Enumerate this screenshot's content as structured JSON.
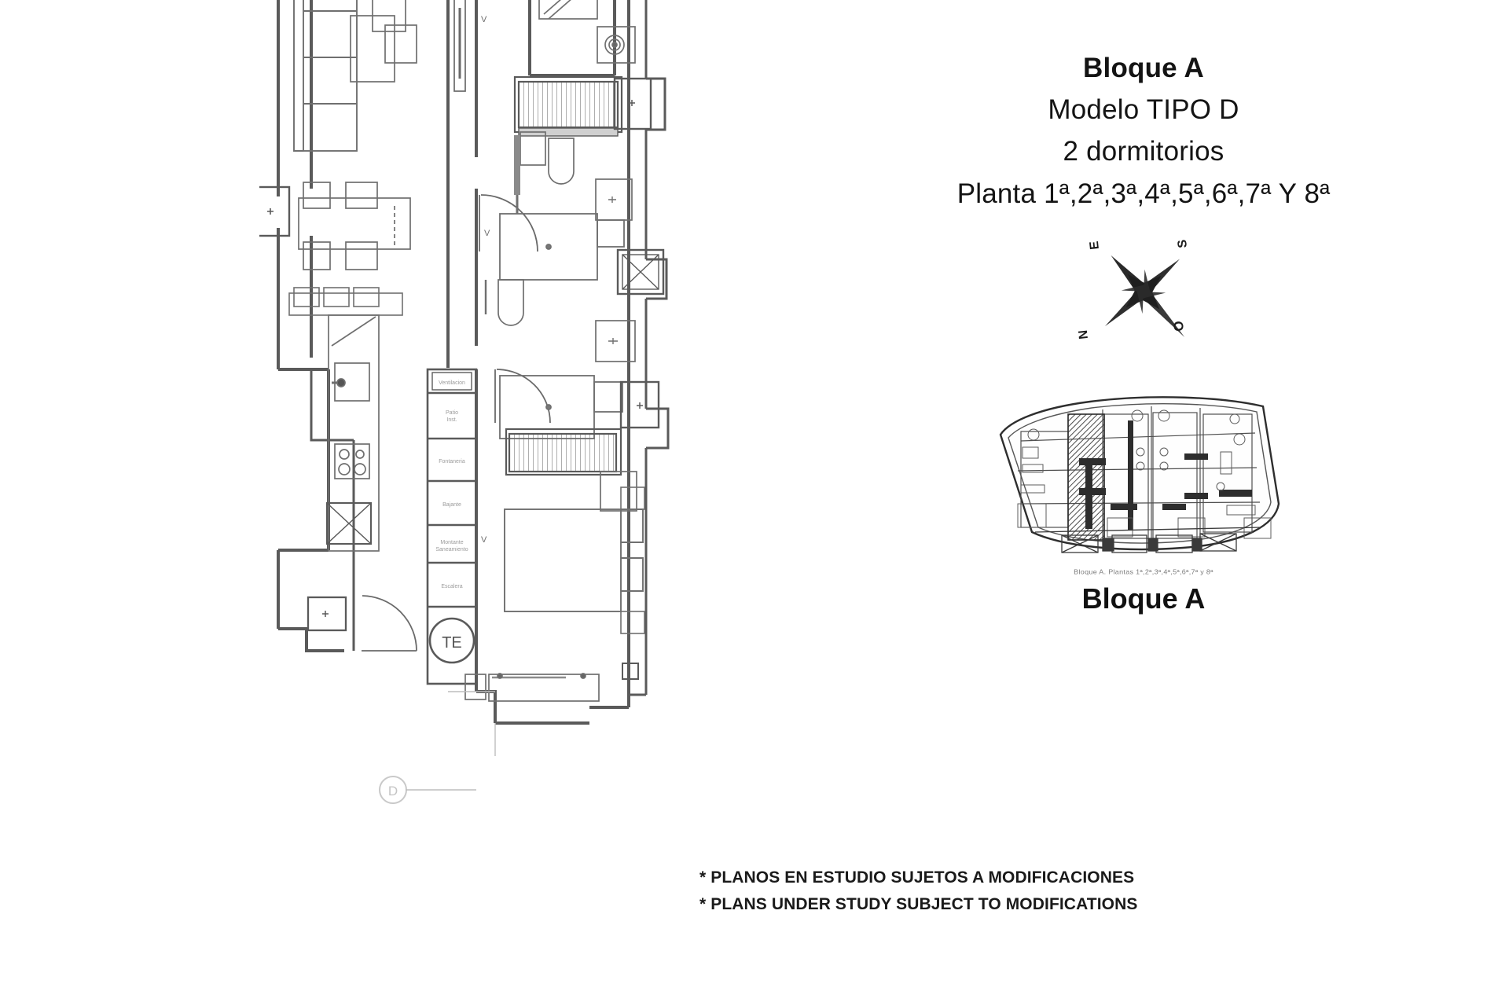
{
  "document": {
    "kind": "architectural-floor-plan",
    "background_color": "#ffffff",
    "line_color": "#555555"
  },
  "title_block": {
    "block_label": "Bloque A",
    "model_label": "Modelo TIPO D",
    "bedrooms_label": "2 dormitorios",
    "floors_label_prefix": "Planta ",
    "floors_label": "Planta 1ª,2ª,3ª,4ª,5ª,6ª,7ª Y 8ª",
    "floors_items": [
      "1ª",
      "2ª",
      "3ª",
      "4ª",
      "5ª",
      "6ª",
      "7ª",
      "8ª"
    ],
    "floors_conjunction": "Y"
  },
  "compass": {
    "name": "compass-rose",
    "labels": {
      "north": "N",
      "south": "S",
      "east": "E",
      "west": "O"
    },
    "rotation_note": "rotated star, N lower-left, S upper-right, E upper-left, O lower-right"
  },
  "key_plan": {
    "caption": "Bloque A. Plantas 1ª,2ª,3ª,4ª,5ª,6ª,7ª y 8ª",
    "label": "Bloque A",
    "highlighted_unit": "TIPO D"
  },
  "footer": {
    "note_es": "* PLANOS EN ESTUDIO SUJETOS A MODIFICACIONES",
    "note_en": "* PLANS UNDER STUDY SUBJECT TO MODIFICATIONS"
  },
  "plan_markers": {
    "terrace_marker": "TE",
    "unit_marker": "D",
    "shaft_labels": [
      "Ventilación",
      "Patio Inst.",
      "Fontanería",
      "Bajante",
      "Montante Saneamiento",
      "Escalera"
    ],
    "window_marks": [
      "V",
      "V",
      "V"
    ]
  },
  "rooms": [
    {
      "name": "salon-comedor",
      "label": ""
    },
    {
      "name": "cocina",
      "label": ""
    },
    {
      "name": "dormitorio-principal",
      "label": ""
    },
    {
      "name": "dormitorio-secundario",
      "label": ""
    },
    {
      "name": "bano-1",
      "label": ""
    },
    {
      "name": "bano-2",
      "label": ""
    },
    {
      "name": "terraza",
      "label": ""
    },
    {
      "name": "pasillo",
      "label": ""
    }
  ]
}
